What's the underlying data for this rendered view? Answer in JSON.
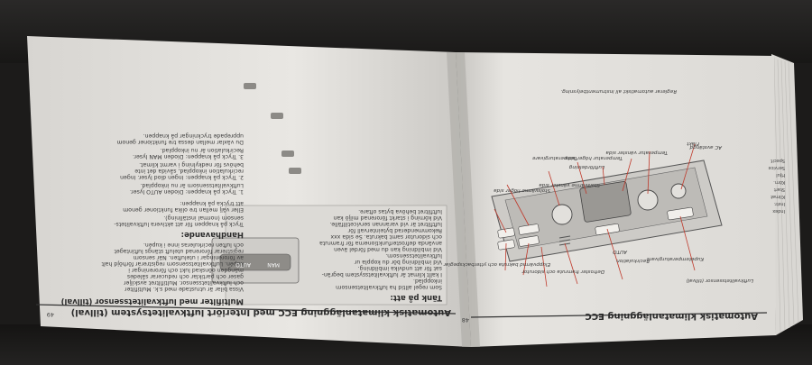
{
  "left_page": {
    "page_number": "49",
    "header_title": "Automatisk klimatanläggning ECC med Interiört luftkvalitetsystem (tillval)",
    "sidebar_heading": "Tänk på att:",
    "sidebar_lines": [
      "Som regel alltid ha luftkvalitetsensorn",
      "inkopplad.",
      "I kallt klimat är luftkvalitetssystem begrän-",
      "sat för att undvika imbildning.",
      "Vid imbildning bör du koppla ur",
      "luftkvalitetssensorn.",
      "Vid imbildning kan du med fördel även",
      "använda defrosterfunktionerna för framruta",
      "och sidorutor samt bakruta. Se sida xxx",
      "Rekommenderad byteintervall för",
      "luftfiltret är vid varannan servicetillfälle.",
      "Vid körning i starkt förorenad miljö kan",
      "luftfiltret behöva bytas oftare."
    ],
    "section_heading": "Multifilter med luftkvalitetssensor (tillval)",
    "section_lines": [
      "Vissa bilar är utrustade med s.k. Multifilter",
      "och luftkvalitetssensor. Multifiltret avskiljer",
      "gaser och partiklar och reducerar således",
      "mängden oönskad lukt och föroreningar i",
      "kupén. Luftkvalitetssensorn registrerar förhöjd halt",
      "av föroreningar i uteluften. När sensorn",
      "registrerar förorenad uteluft stängs luftintaget",
      "och luften recirkuleras inne i kupén."
    ],
    "handhavande_heading": "Handhavande:",
    "steps": [
      "Tryck på knappen för att aktivera luftkvalitets-",
      "sensorn (normal inställning).",
      "Eller välj mellan tre olika funktioner genom",
      "att trycka på knappen:",
      "1. Tryck på knappen: Dioden AUTO lyser.",
      "Luftkvalitetssensorn är nu inkopplad.",
      "2. Tryck på knappen: Ingen diod lyser. Ingen",
      "recirkulation inkopplad, såvida det inte",
      "behövs för nedkylning i varmt klimat.",
      "3. Tryck på knappen: Dioden MAN lyser.",
      "Recirkulation är nu inkopplad.",
      "Du växlar mellan dessa tre funktioner genom",
      "upprepade tryckningar på knappen."
    ],
    "panel_buttons": [
      "MAN",
      "AUTO"
    ]
  },
  "right_page": {
    "page_number": "48",
    "header_title": "Automatisk klimatanläggning ECC",
    "callouts": [
      "AC avstängd",
      "Fläkt",
      "Temperatur vänster sida",
      "Temperatur höger sida",
      "Luftfördelning",
      "Temperaturgivare",
      "Defroster framruta och sidorutor",
      "Recirkulation",
      "AUTO",
      "Kupétemperaturgivare",
      "Luftkvalitetssensor (tillval)",
      "Eluppvärmd bakruta och ytterbackspeglar",
      "Stolsvärme vänster sida",
      "Stolsvärme höger sida"
    ],
    "footnote": "Reglerar automatiskt all instrumentbelysning."
  },
  "edge_tabs": [
    "Index",
    "Instr.",
    "Klimat",
    "Start",
    "Körn.",
    "Hjul",
    "Service",
    "Specif."
  ],
  "colors": {
    "paper": "#eceae6",
    "ink": "#2b2b2b",
    "callout_lines": "#c0392b",
    "background": "#1c1b1a"
  }
}
